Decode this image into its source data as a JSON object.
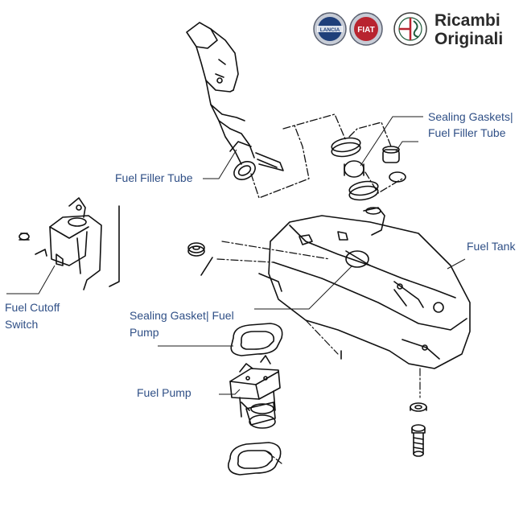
{
  "brand": {
    "line1": "Ricambi",
    "line2": "Originali",
    "logos": [
      {
        "name": "lancia",
        "text": "LANCIA",
        "color": "#1f3f7a"
      },
      {
        "name": "fiat",
        "text": "FIAT",
        "color": "#b8242f"
      },
      {
        "name": "alfa-romeo",
        "text": "ALFA ROMEO",
        "color": "#1e5a3a"
      }
    ]
  },
  "labels": {
    "fuel_filler_tube": "Fuel Filler Tube",
    "sealing_gaskets_1": "Sealing Gaskets|",
    "sealing_gaskets_2": "Fuel Filler Tube",
    "fuel_tank": "Fuel Tank",
    "cutoff_1": "Fuel Cutoff",
    "cutoff_2": "Switch",
    "gasket_pump_1": "Sealing Gasket|  Fuel",
    "gasket_pump_2": "Pump",
    "fuel_pump": "Fuel Pump"
  },
  "colors": {
    "label": "#2f4f86",
    "line": "#111111"
  }
}
